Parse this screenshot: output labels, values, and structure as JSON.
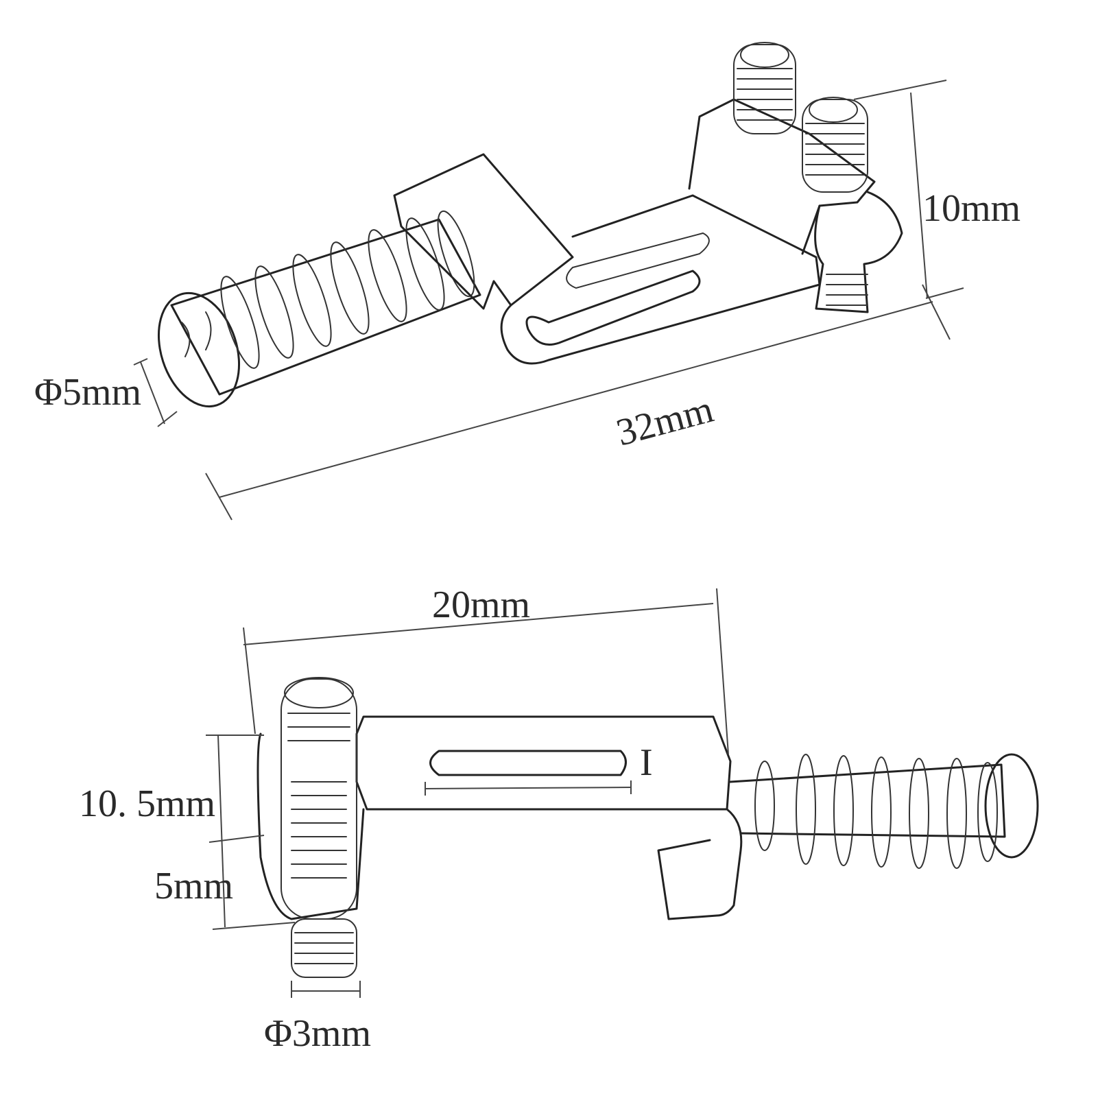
{
  "top_view": {
    "dim_diameter": "Φ5mm",
    "dim_length": "32mm",
    "dim_height": "10mm"
  },
  "bottom_view": {
    "dim_width": "20mm",
    "dim_height_total": "10. 5mm",
    "dim_height_lower": "5mm",
    "dim_diameter": "Φ3mm",
    "dim_slot_mark": "I"
  },
  "colors": {
    "line": "#222222",
    "background": "#ffffff"
  }
}
